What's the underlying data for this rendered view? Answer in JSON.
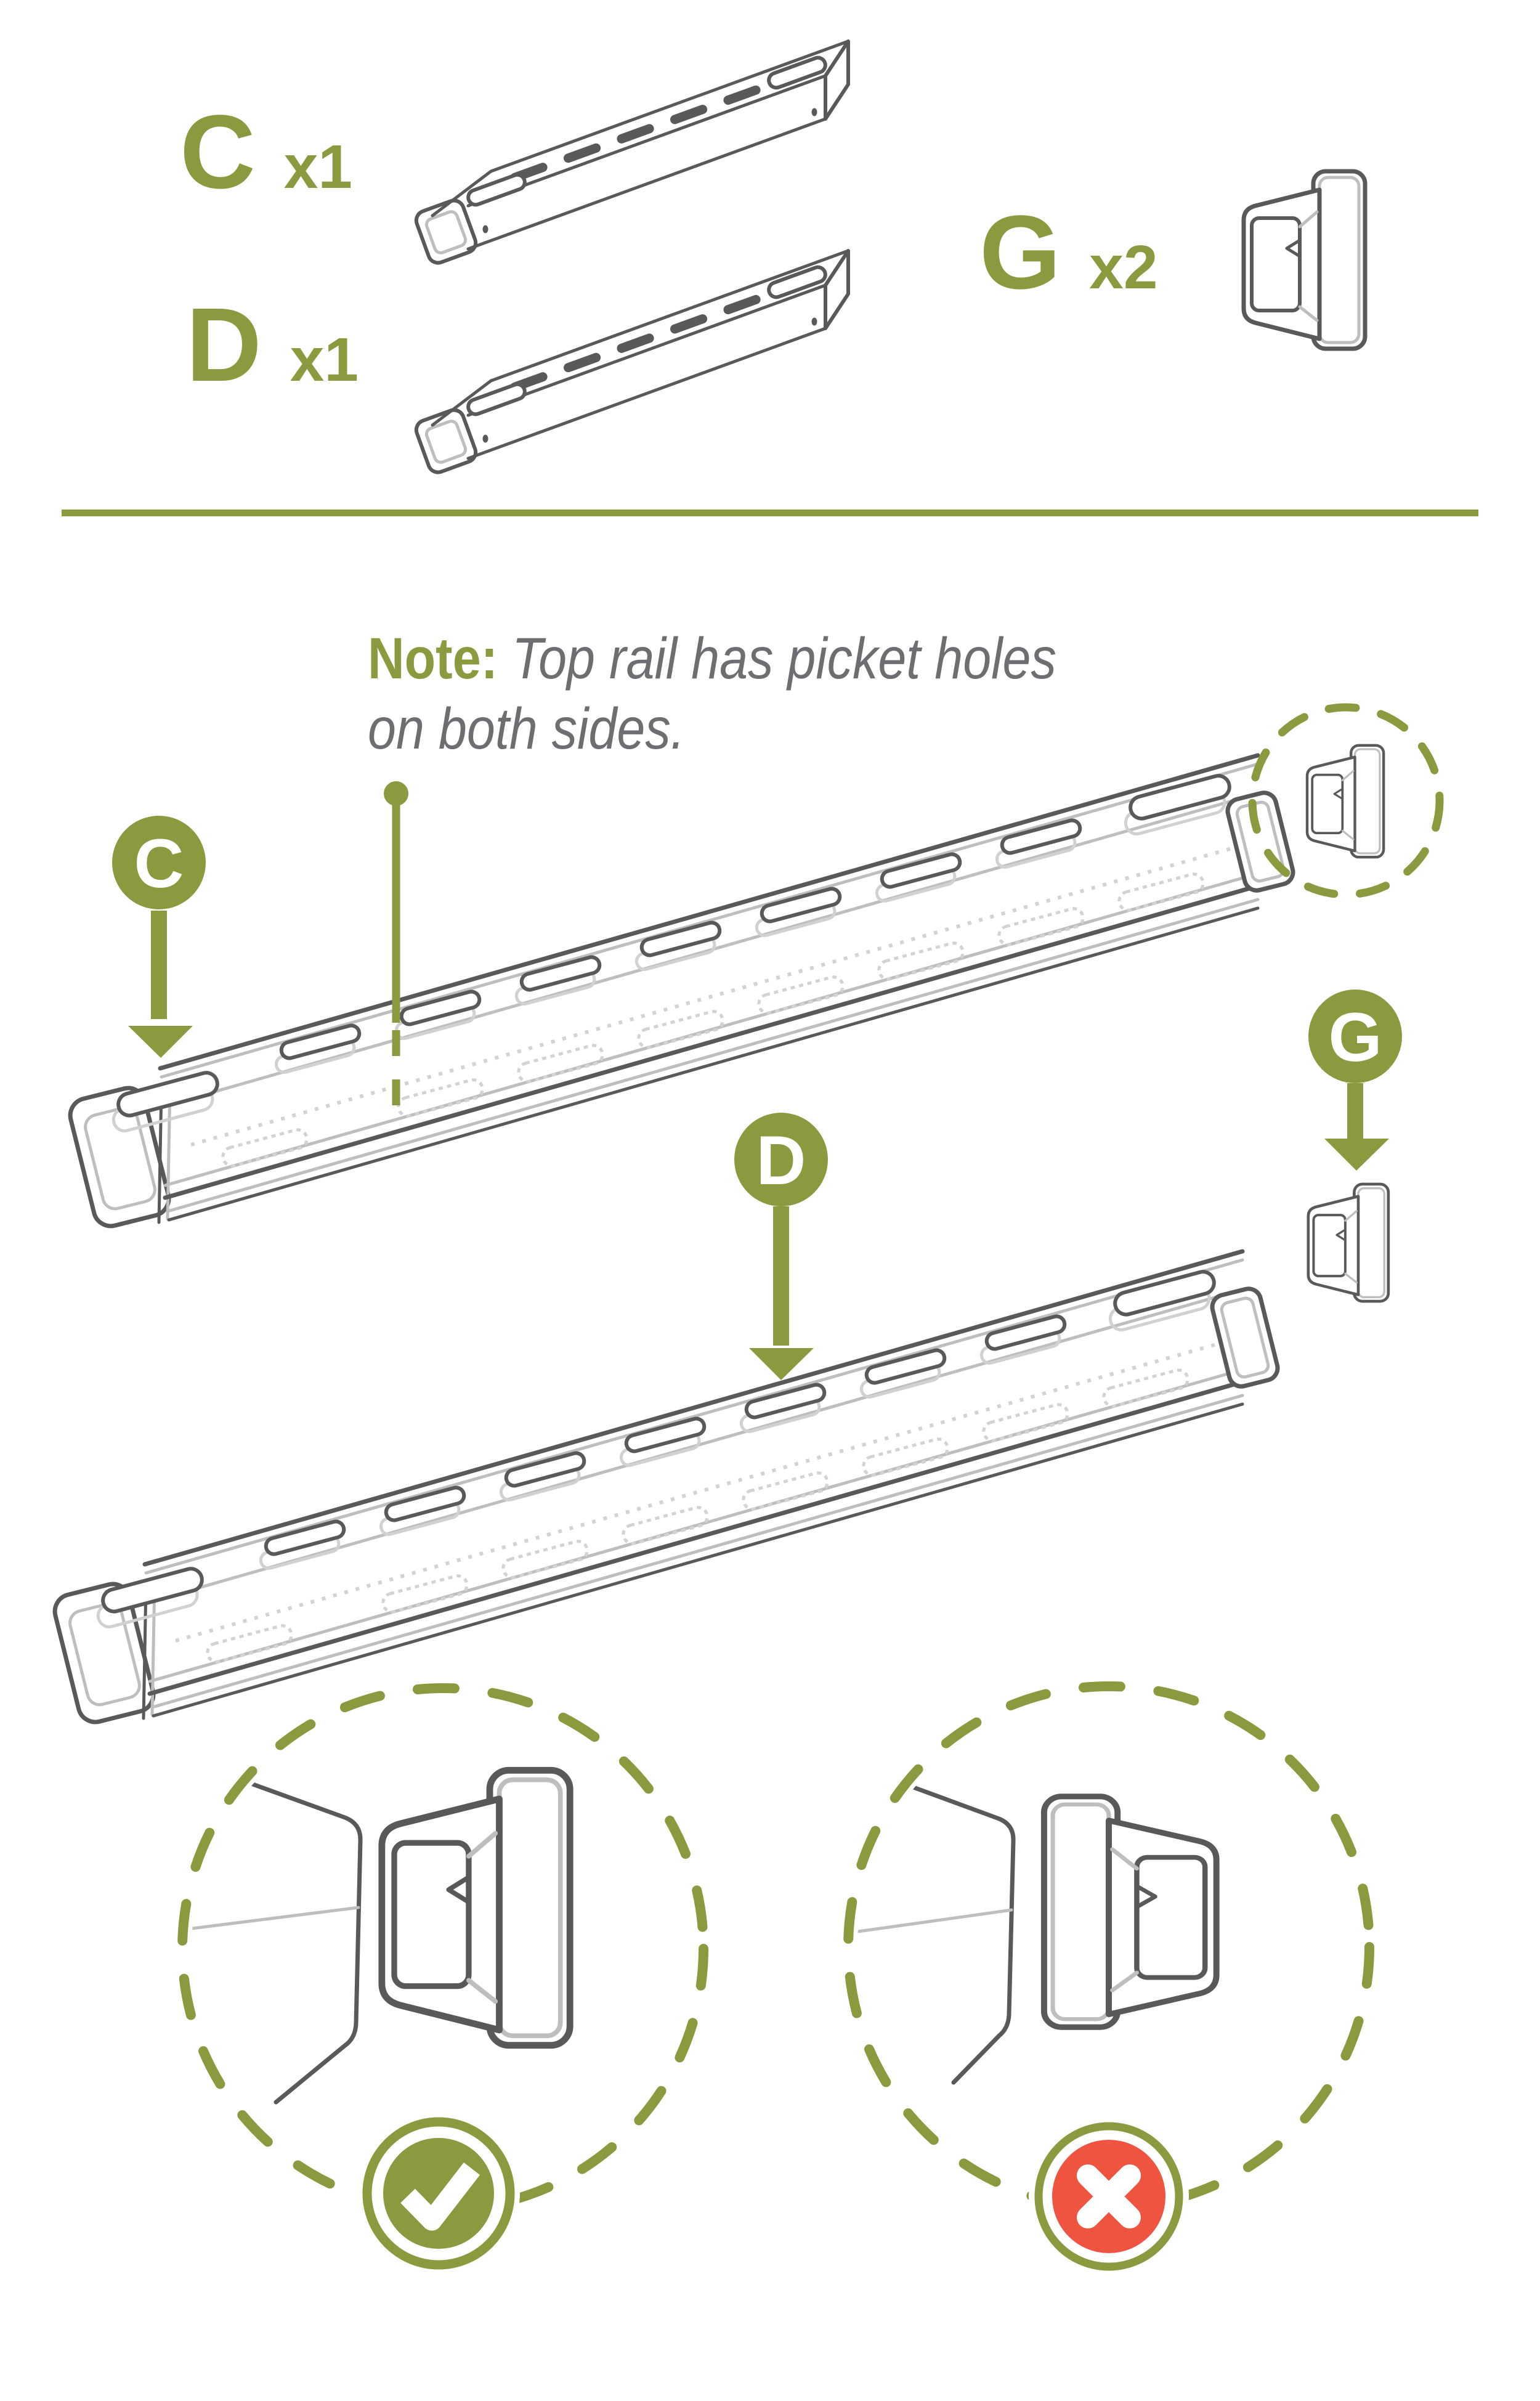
{
  "parts_list": {
    "items": [
      {
        "letter": "C",
        "qty": "x1"
      },
      {
        "letter": "D",
        "qty": "x1"
      },
      {
        "letter": "G",
        "qty": "x2"
      }
    ]
  },
  "note": {
    "prefix": "Note:",
    "line1": "Top rail has picket holes",
    "line2": "on both sides."
  },
  "badges": {
    "rail_c": "C",
    "rail_d": "D",
    "cap_g": "G"
  },
  "results": {
    "correct_icon": "check",
    "incorrect_icon": "cross"
  },
  "colors": {
    "olive": "#8A9A3E",
    "red": "#EF5440",
    "line_dark": "#58595B",
    "line_light": "#BCBEC0",
    "line_ghost": "#D1D3D4",
    "text_gray": "#6D6E71"
  }
}
